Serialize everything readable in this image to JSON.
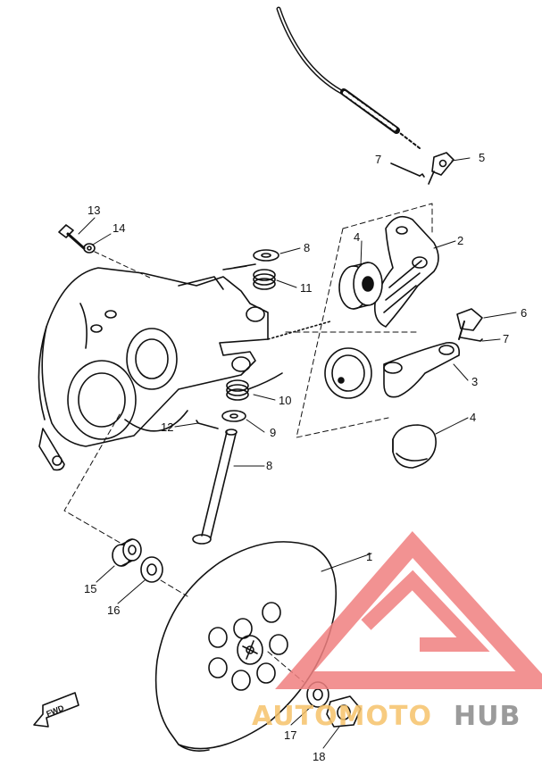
{
  "callouts": {
    "c1": "1",
    "c2": "2",
    "c3": "3",
    "c4a": "4",
    "c4b": "4",
    "c5": "5",
    "c6": "6",
    "c7a": "7",
    "c7b": "7",
    "c8a": "8",
    "c8b": "8",
    "c9": "9",
    "c10": "10",
    "c11": "11",
    "c12": "12",
    "c13": "13",
    "c14": "14",
    "c15": "15",
    "c16": "16",
    "c17": "17",
    "c18": "18"
  },
  "fwd_label": "FWD",
  "watermark": {
    "text_left": "AUTOMOTO",
    "text_right": "HUB",
    "color_logo": "#f08080",
    "color_text_left": "#f6c36a",
    "color_text_right": "#8a8a8a"
  },
  "colors": {
    "ink": "#111111",
    "paper": "#ffffff"
  }
}
